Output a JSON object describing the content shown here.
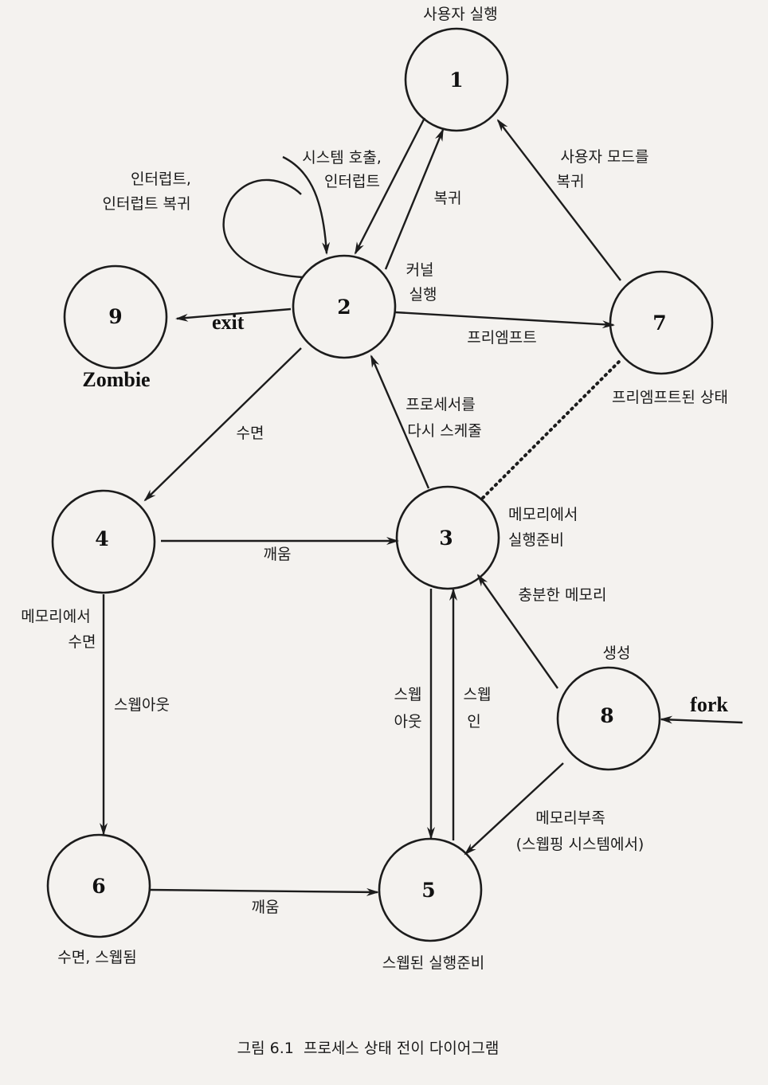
{
  "states": {
    "s1": "1",
    "s2": "2",
    "s3": "3",
    "s4": "4",
    "s5": "5",
    "s6": "6",
    "s7": "7",
    "s8": "8",
    "s9": "9"
  },
  "state_labels": {
    "s1": "사용자 실행",
    "s9": "Zombie",
    "s7": "프리엠프트된 상태",
    "s3_line1": "메모리에서",
    "s3_line2": "실행준비",
    "s4_line1": "메모리에서",
    "s4_line2": "수면",
    "s8": "생성",
    "s6": "수면, 스웹됨",
    "s5": "스웹된 실행준비"
  },
  "edge_labels": {
    "sys_call_1": "시스템 호출,",
    "sys_call_2": "인터럽트",
    "interrupt_1": "인터럽트,",
    "interrupt_2": "인터럽트 복귀",
    "return": "복귀",
    "kernel_1": "커널",
    "kernel_2": "실행",
    "user_mode_1": "사용자 모드를",
    "user_mode_2": "복귀",
    "exit": "exit",
    "preempt": "프리엠프트",
    "reschedule_1": "프로세서를",
    "reschedule_2": "다시 스케줄",
    "sleep": "수면",
    "wakeup_4_3": "깨움",
    "enough_memory": "충분한 메모리",
    "swap_out_4_6": "스웹아웃",
    "swap_out_3_5_1": "스웹",
    "swap_out_3_5_2": "아웃",
    "swap_in_1": "스웹",
    "swap_in_2": "인",
    "fork": "fork",
    "not_enough_1": "메모리부족",
    "not_enough_2": "(스웹핑 시스템에서)",
    "wakeup_6_5": "깨움"
  },
  "caption": "그림 6.1  프로세스 상태 전이 다이어그램"
}
